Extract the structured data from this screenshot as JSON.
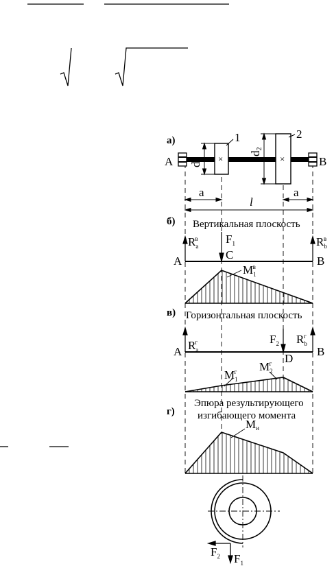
{
  "panels": {
    "a": "а)",
    "b": "б)",
    "v": "в)",
    "g": "г)"
  },
  "shaft": {
    "support_left": "A",
    "support_right": "B",
    "gear1_number": "1",
    "gear2_number": "2",
    "d1": "d",
    "d1_sub": "1",
    "d2": "d",
    "d2_sub": "2",
    "dim_a_left": "a",
    "dim_a_right": "a",
    "dim_l": "l"
  },
  "vertical": {
    "caption": "Вертикальная плоскость",
    "Ra": "R",
    "Ra_sub": "a",
    "Ra_sup": "в",
    "Rb": "R",
    "Rb_sub": "b",
    "Rb_sup": "в",
    "force": "F",
    "force_sub": "1",
    "point_c": "C",
    "left": "A",
    "right": "B",
    "moment": "M",
    "moment_sub": "1",
    "moment_sup": "в"
  },
  "horizontal": {
    "caption": "Горизонтальная плоскость",
    "Ra": "R",
    "Ra_sub": "a",
    "Ra_sup": "г",
    "Rb": "R",
    "Rb_sub": "b",
    "Rb_sup": "г",
    "force": "F",
    "force_sub": "2",
    "point_d": "D",
    "left": "A",
    "right": "B",
    "m1": "M",
    "m1_sub": "1",
    "m1_sup": "г",
    "m2": "M",
    "m2_sub": "2",
    "m2_sup": "г"
  },
  "resultant": {
    "caption_line1": "Эпюра результирующего",
    "caption_line2": "изгибающего момента",
    "moment": "M",
    "moment_sub": "и"
  },
  "section": {
    "f2": "F",
    "f2_sub": "2",
    "f1": "F",
    "f1_sub": "1"
  }
}
